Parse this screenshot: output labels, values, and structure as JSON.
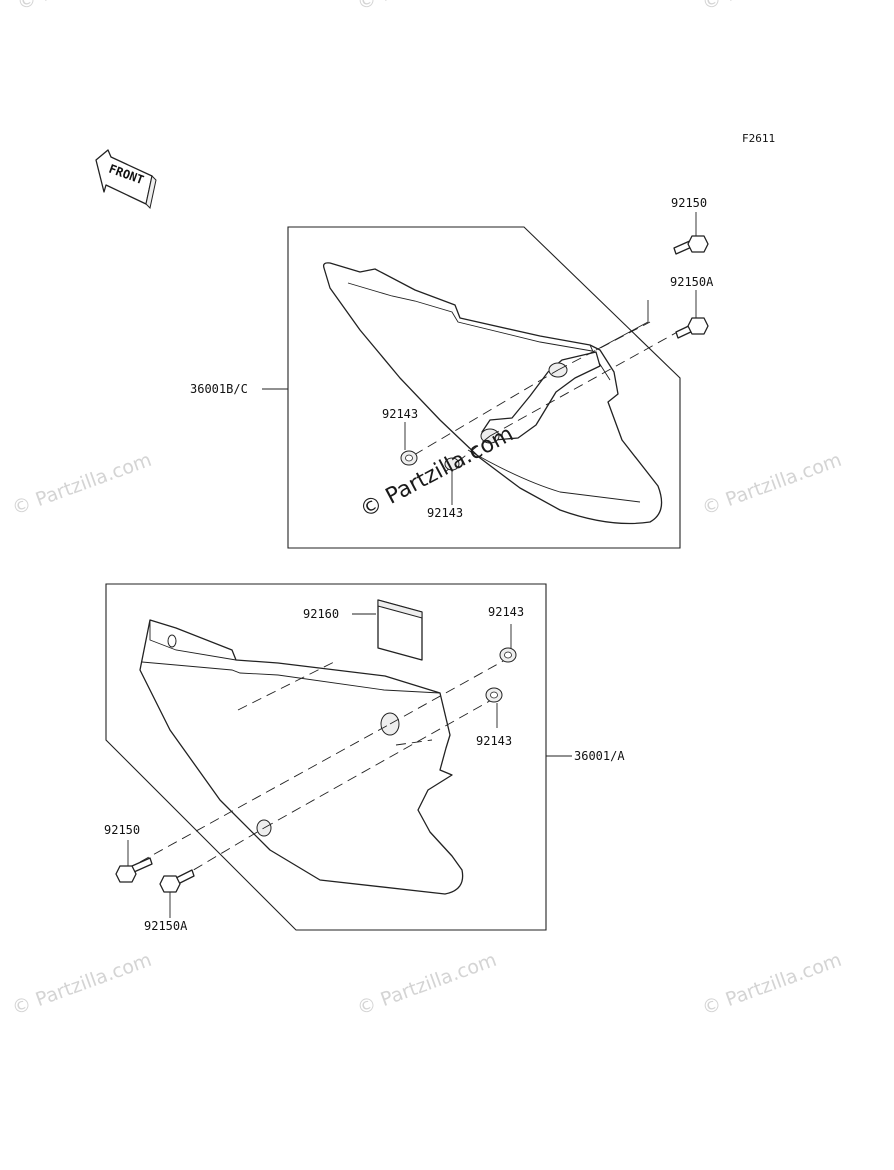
{
  "figure_code": "F2611",
  "front_arrow": {
    "text": "FRONT",
    "icon": "front-arrow-icon"
  },
  "labels": {
    "bolt_upper": "92150",
    "bolt_upper_a": "92150A",
    "cover_upper": "36001B/C",
    "grommet_upper_1": "92143",
    "grommet_upper_2": "92143",
    "pad": "92160",
    "grommet_lower_1": "92143",
    "grommet_lower_2": "92143",
    "cover_lower": "36001/A",
    "bolt_lower": "92150",
    "bolt_lower_a": "92150A"
  },
  "watermark": "© Partzilla.com",
  "colors": {
    "line": "#222222",
    "watermark": "#d4d4d4",
    "background": "#ffffff"
  }
}
